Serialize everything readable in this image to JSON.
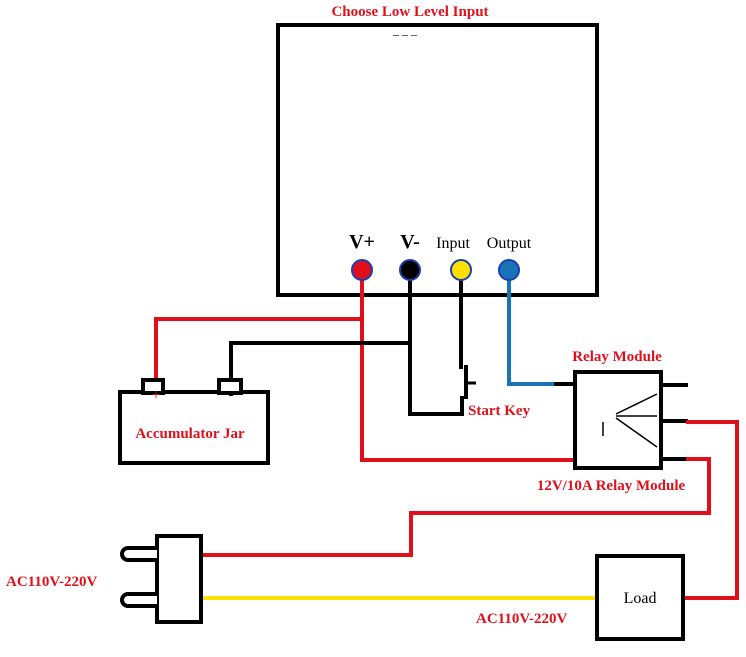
{
  "title": "Choose Low Level Input",
  "dashes": "_ _ _",
  "terminals": {
    "vplus": "V+",
    "vminus": "V-",
    "input": "Input",
    "output": "Output"
  },
  "battery": {
    "plus": "+",
    "minus": "-",
    "label": "Accumulator Jar"
  },
  "start_key": "Start Key",
  "relay": {
    "top_label": "Relay Module",
    "bottom_label": "12V/10A Relay Module"
  },
  "plug_label": "AC110V-220V",
  "load": {
    "label": "Load",
    "supply_label": "AC110V-220V"
  },
  "colors": {
    "red_wire": "#e0101a",
    "black_wire": "#000000",
    "yellow_wire": "#ffe000",
    "blue_wire": "#1a73b8"
  }
}
